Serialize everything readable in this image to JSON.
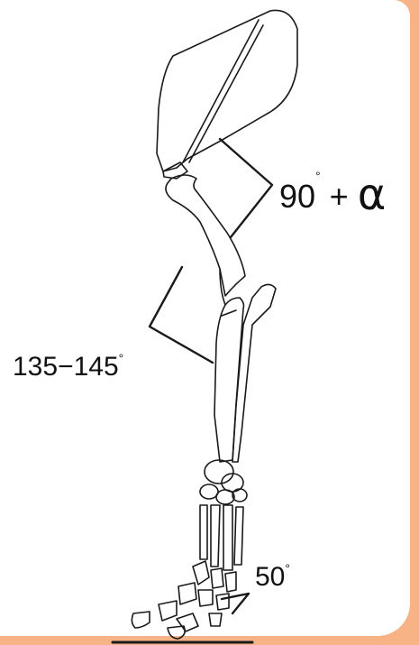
{
  "figure": {
    "angles": [
      {
        "value": "90",
        "suffix": " + ",
        "extra": "α"
      },
      {
        "value": "135",
        "dash": "−",
        "value2": "145"
      },
      {
        "value": "50"
      }
    ],
    "degree_symbol": "°"
  },
  "colors": {
    "frame_accent": "#f7b386",
    "line": "#1a1a1a"
  }
}
